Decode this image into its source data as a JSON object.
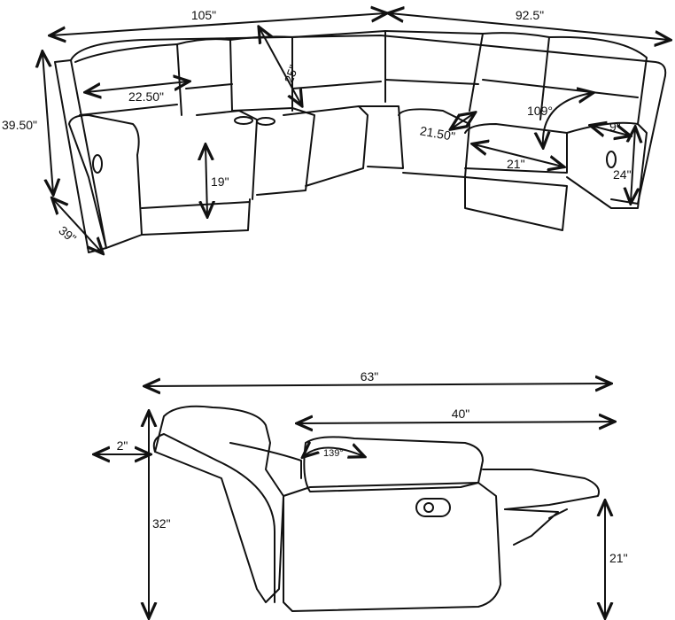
{
  "sectional_view": {
    "width_left": "105\"",
    "width_right": "92.5\"",
    "height": "39.50\"",
    "depth": "39\"",
    "seat_width_left": "22.50\"",
    "back_height": "25\"",
    "seat_height": "19\"",
    "seat_width_corner": "21.50\"",
    "recline_angle": "109°",
    "arm_width": "9\"",
    "seat_width_right": "21\"",
    "arm_height": "24\""
  },
  "side_view": {
    "extended_length": "63\"",
    "seat_depth_extended": "40\"",
    "wall_clearance": "2\"",
    "recline_angle": "139°",
    "height": "32\"",
    "footrest_height": "21\""
  }
}
